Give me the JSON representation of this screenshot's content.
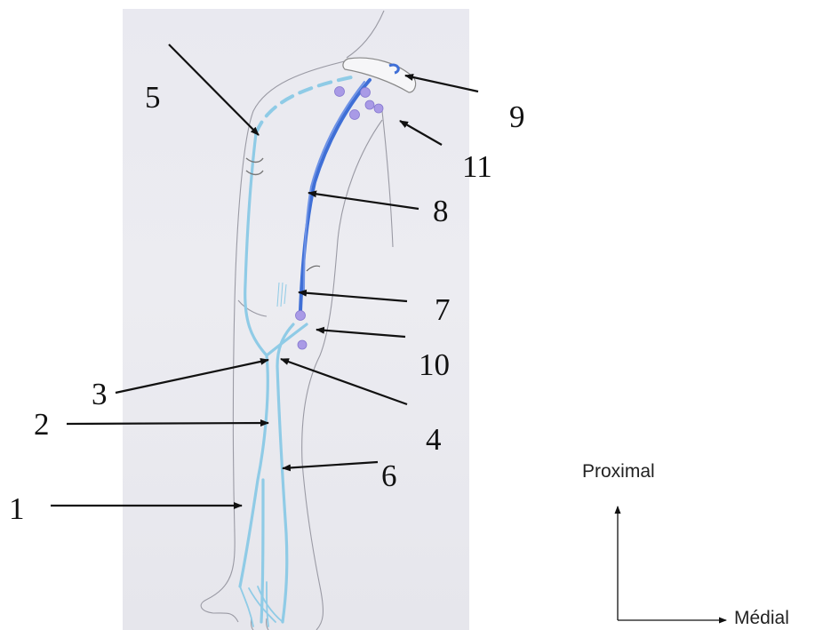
{
  "labels": {
    "l1": "1",
    "l2": "2",
    "l3": "3",
    "l4": "4",
    "l5": "5",
    "l6": "6",
    "l7": "7",
    "l8": "8",
    "l9": "9",
    "l10": "10",
    "l11": "11"
  },
  "axes": {
    "vertical": "Proximal",
    "horizontal": "Médial"
  },
  "colors": {
    "vein_light": "#8fcbe6",
    "vein_dark": "#3f6fd6",
    "lymph_node": "#a99ae6",
    "arrow": "#111111",
    "pencil": "#9a9aa4"
  }
}
